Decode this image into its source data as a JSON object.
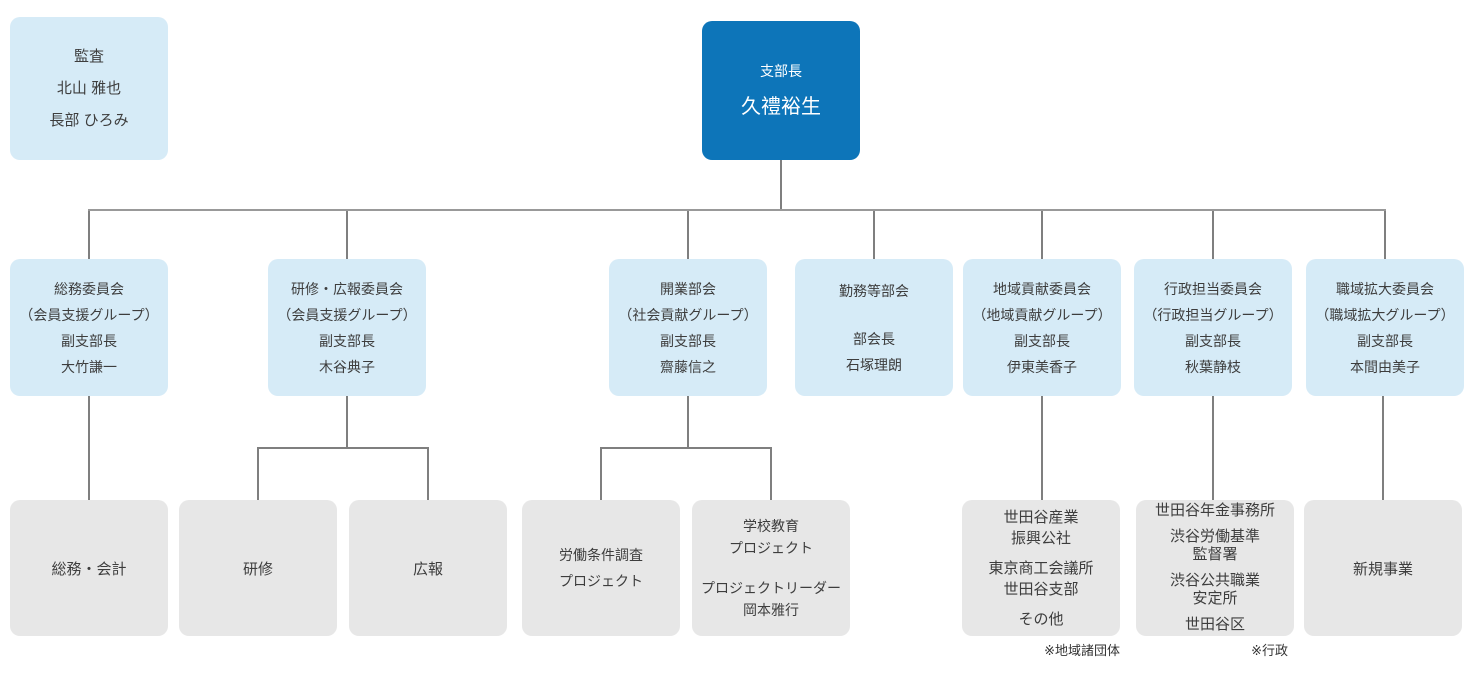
{
  "colors": {
    "primary_blue": "#0d75b9",
    "light_blue": "#d6ebf7",
    "gray_box": "#e7e7e7",
    "connector_gray": "#7f7f7f",
    "text_dark": "#3d3d3d",
    "text_white": "#ffffff"
  },
  "org": {
    "auditor": {
      "lines": [
        "監査",
        "北山 雅也",
        "長部 ひろみ"
      ]
    },
    "head": {
      "role": "支部長",
      "name": "久禮裕生"
    },
    "committees": [
      {
        "lines": [
          "総務委員会",
          "（会員支援グループ）",
          "副支部長",
          "大竹謙一"
        ]
      },
      {
        "lines": [
          "研修・広報委員会",
          "（会員支援グループ）",
          "副支部長",
          "木谷典子"
        ]
      },
      {
        "lines": [
          "開業部会",
          "（社会貢献グループ）",
          "副支部長",
          "齋藤信之"
        ]
      },
      {
        "lines": [
          "勤務等部会",
          "部会長",
          "石塚理朗"
        ]
      },
      {
        "lines": [
          "地域貢献委員会",
          "（地域貢献グループ）",
          "副支部長",
          "伊東美香子"
        ]
      },
      {
        "lines": [
          "行政担当委員会",
          "（行政担当グループ）",
          "副支部長",
          "秋葉静枝"
        ]
      },
      {
        "lines": [
          "職域拡大委員会",
          "（職域拡大グループ）",
          "副支部長",
          "本間由美子"
        ]
      }
    ],
    "units": [
      {
        "lines": [
          "総務・会計"
        ]
      },
      {
        "lines": [
          "研修"
        ]
      },
      {
        "lines": [
          "広報"
        ]
      },
      {
        "lines": [
          "労働条件調査",
          "プロジェクト"
        ]
      },
      {
        "lines": [
          "学校教育",
          "プロジェクト",
          "プロジェクトリーダー",
          "岡本雅行"
        ]
      },
      {
        "lines": [
          "世田谷産業",
          "振興公社",
          "東京商工会議所",
          "世田谷支部",
          "その他"
        ],
        "caption": "※地域諸団体"
      },
      {
        "lines": [
          "世田谷年金事務所",
          "渋谷労働基準",
          "監督署",
          "渋谷公共職業",
          "安定所",
          "世田谷区"
        ],
        "caption": "※行政"
      },
      {
        "lines": [
          "新規事業"
        ]
      }
    ]
  }
}
